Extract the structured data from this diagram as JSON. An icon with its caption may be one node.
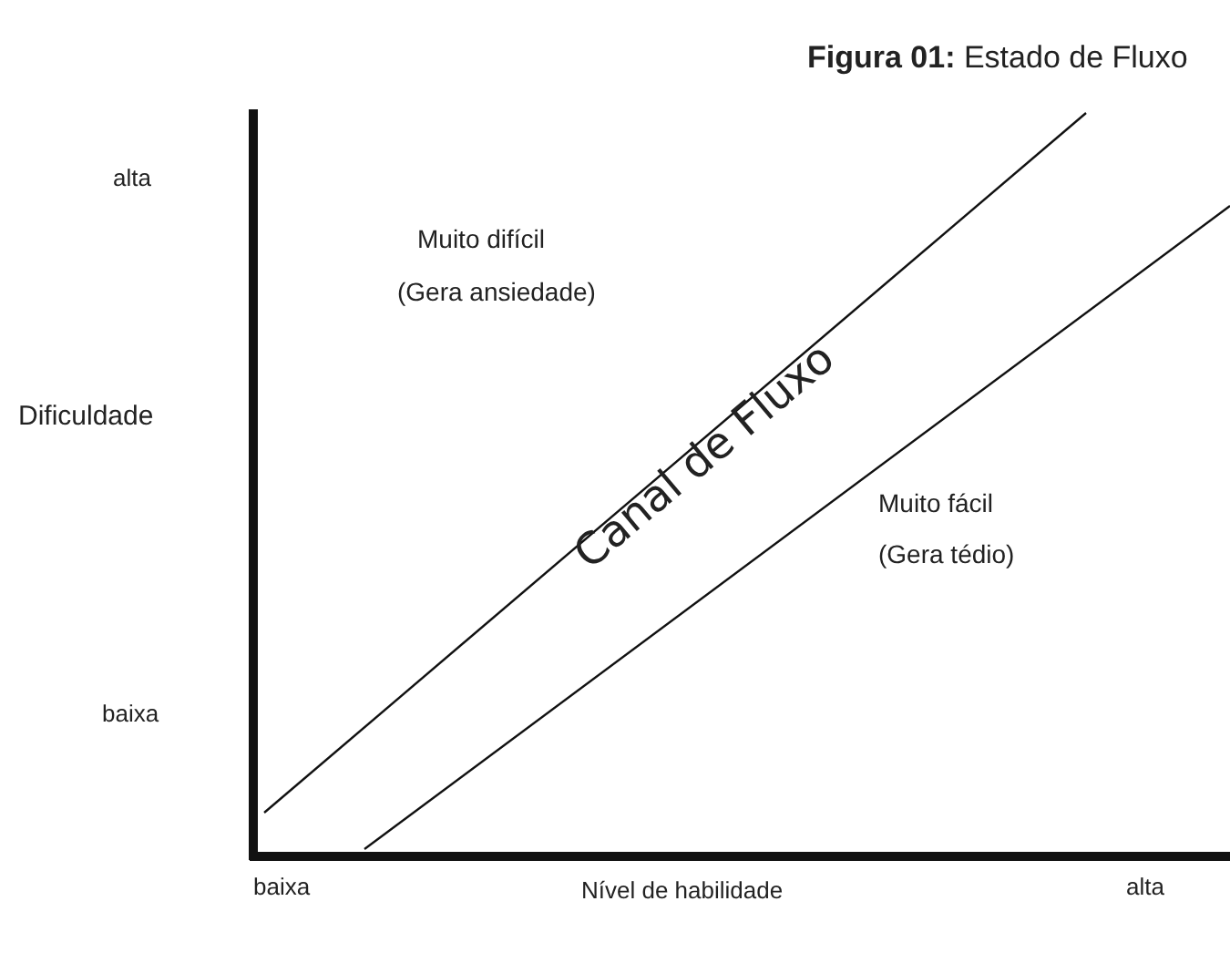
{
  "diagram": {
    "title": "**Figura 01:** Estado de Fluxo",
    "labels": [
      "alta",
      "Muito difícil",
      "(Gera ansiedade)",
      "Dificuldade",
      "Canal de Fluxo",
      "Muito fácil",
      "(Gera tédio)",
      "baixa",
      "baixa",
      "Nível de habilidade",
      "alta"
    ]
  }
}
